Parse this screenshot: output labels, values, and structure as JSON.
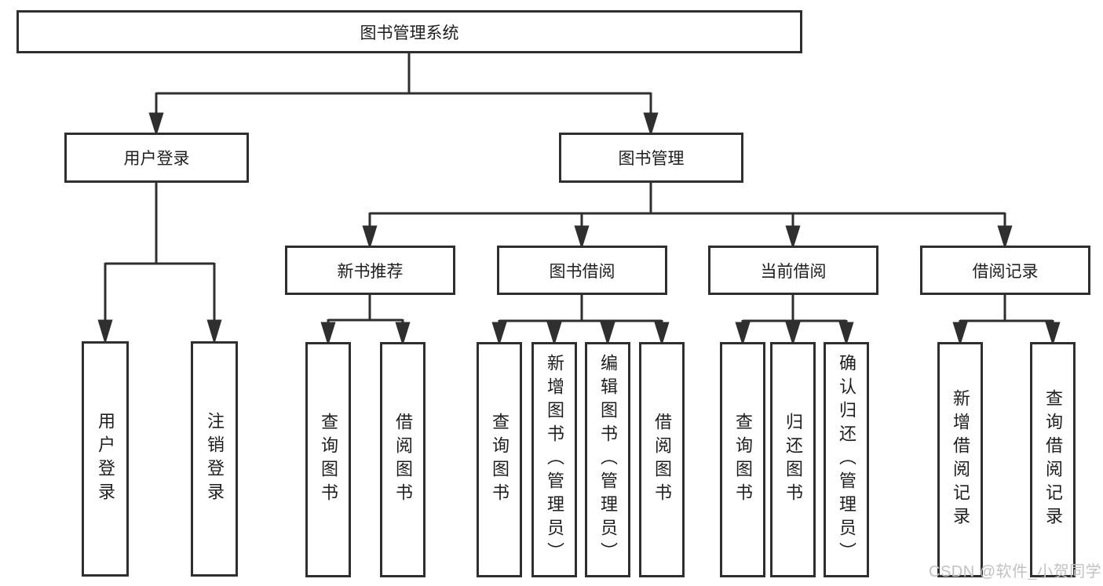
{
  "tree": {
    "label": "图书管理系统",
    "children": [
      {
        "label": "用户登录",
        "children": [
          {
            "label": "用户登录"
          },
          {
            "label": "注销登录"
          }
        ]
      },
      {
        "label": "图书管理",
        "children": [
          {
            "label": "新书推荐",
            "children": [
              {
                "label": "查询图书"
              },
              {
                "label": "借阅图书"
              }
            ]
          },
          {
            "label": "图书借阅",
            "children": [
              {
                "label": "查询图书"
              },
              {
                "label": "新增图书（管理员）"
              },
              {
                "label": "编辑图书（管理员）"
              },
              {
                "label": "借阅图书"
              }
            ]
          },
          {
            "label": "当前借阅",
            "children": [
              {
                "label": "查询图书"
              },
              {
                "label": "归还图书"
              },
              {
                "label": "确认归还（管理员）"
              }
            ]
          },
          {
            "label": "借阅记录",
            "children": [
              {
                "label": "新增借阅记录"
              },
              {
                "label": "查询借阅记录"
              }
            ]
          }
        ]
      }
    ]
  },
  "watermark": "CSDN @软件_小贺同学",
  "colors": {
    "line": "#2f2f2f",
    "text": "#1e1e1e",
    "box_background": "#ffffff",
    "watermark": "#c2c2c2",
    "background": "#ffffff"
  }
}
